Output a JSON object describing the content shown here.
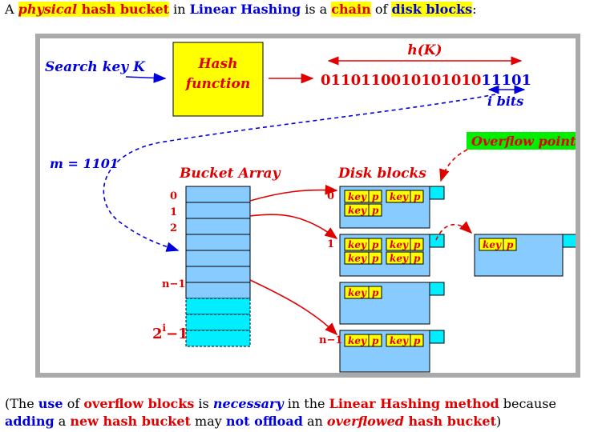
{
  "title": {
    "p1": "A ",
    "p2": "physical",
    "p3": " hash bucket",
    "p4": " in ",
    "p5": "Linear Hashing",
    "p6": " is a ",
    "p7": "chain",
    "p8": " of ",
    "p9": "disk blocks",
    "p10": ":"
  },
  "diagram": {
    "search_key": "Search key K",
    "hash_line1": "Hash",
    "hash_line2": "function",
    "hk_label": "h(K)",
    "bits_prefix": "0110110010101010",
    "bits_suffix": "11101",
    "i_bits": "i bits",
    "m_label": "m = 1101",
    "bucket_array": "Bucket Array",
    "disk_blocks": "Disk blocks",
    "overflow_pointer": "Overflow pointer",
    "index_0": "0",
    "index_1": "1",
    "index_2": "2",
    "index_n1": "n−1",
    "index_2i_base": "2",
    "index_2i_exp": "i",
    "index_2i_tail": "−1",
    "block_0": "0",
    "block_1": "1",
    "block_n1": "n−1",
    "key": "key",
    "p": "p"
  },
  "footer": {
    "s1": "(The ",
    "s2": "use",
    "s3": " of ",
    "s4": "overflow blocks",
    "s5": " is ",
    "s6": "necessary",
    "s7": " in the ",
    "s8": "Linear Hashing method",
    "s9": " because ",
    "s10": "adding",
    "s11": " a ",
    "s12": "new hash bucket",
    "s13": " may ",
    "s14": "not offload",
    "s15": " an ",
    "s16": "overflowed",
    "s17": " hash bucket",
    "s18": ")"
  },
  "colors": {
    "red": "#e00000",
    "blue": "#0000dd",
    "yellow": "#ffff00",
    "block": "#88ccff",
    "cyan": "#00eeff",
    "green": "#00ee00"
  }
}
